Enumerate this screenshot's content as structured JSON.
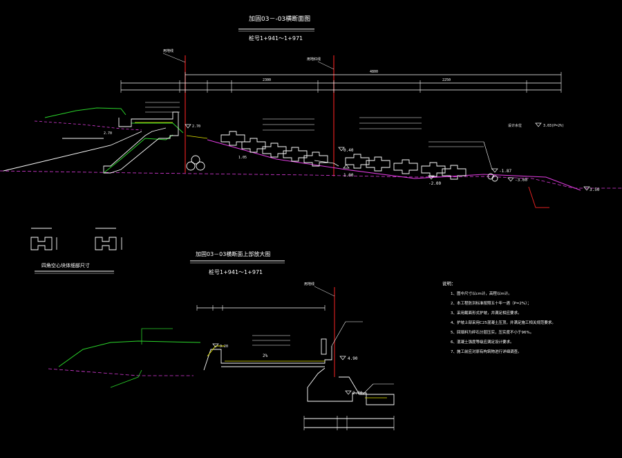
{
  "colors": {
    "background": "#000000",
    "line_white": "#ffffff",
    "line_green": "#2bd62b",
    "line_magenta": "#e03ce0",
    "line_red": "#e02020",
    "line_yellow": "#e8e800"
  },
  "top_section": {
    "title": "加固03－-03横断面图",
    "subtitle": "桩号1+941～1+971",
    "red_line_label_left": "用地线",
    "red_line_label_right": "用地红线",
    "dim_total": "4800",
    "dims": [
      "2300",
      "2250"
    ],
    "elevations": {
      "left_top": "2.70",
      "middle_top": "0.40",
      "middle_low": "1.00",
      "slope_low": "-2.00",
      "right_a": "-1.87",
      "right_b": "-3.00",
      "right_far": "3.50",
      "right_note": "3.03(P=2%)",
      "design_level": "设计水位",
      "slope_left": "1.05"
    }
  },
  "bottom_section": {
    "title": "加固03－03横断面上部放大图",
    "subtitle": "桩号1+941～1+971",
    "red_line_label": "用地线",
    "elevations": {
      "right_top": "4.90",
      "right_low": "2.70",
      "left_mark": "3.20",
      "slope_mark": "2%"
    }
  },
  "block_detail": {
    "caption": "四角空心块体细部尺寸"
  },
  "notes": {
    "heading": "说明：",
    "items": [
      "1、图中尺寸以cm计，高程以m计。",
      "2、本工程防洪标准按照五十年一遇（P=2%）；",
      "3、采用截面形式护坡，并满足相应要求。",
      "4、护坡上部采用C25混凝土压顶，并满足施工相关规范要求。",
      "5、回填料为碎石分层压实，压实度不小于96%。",
      "6、混凝土强度等级应满足设计要求。",
      "7、施工前应对原有构筑物进行详细调查。"
    ]
  }
}
